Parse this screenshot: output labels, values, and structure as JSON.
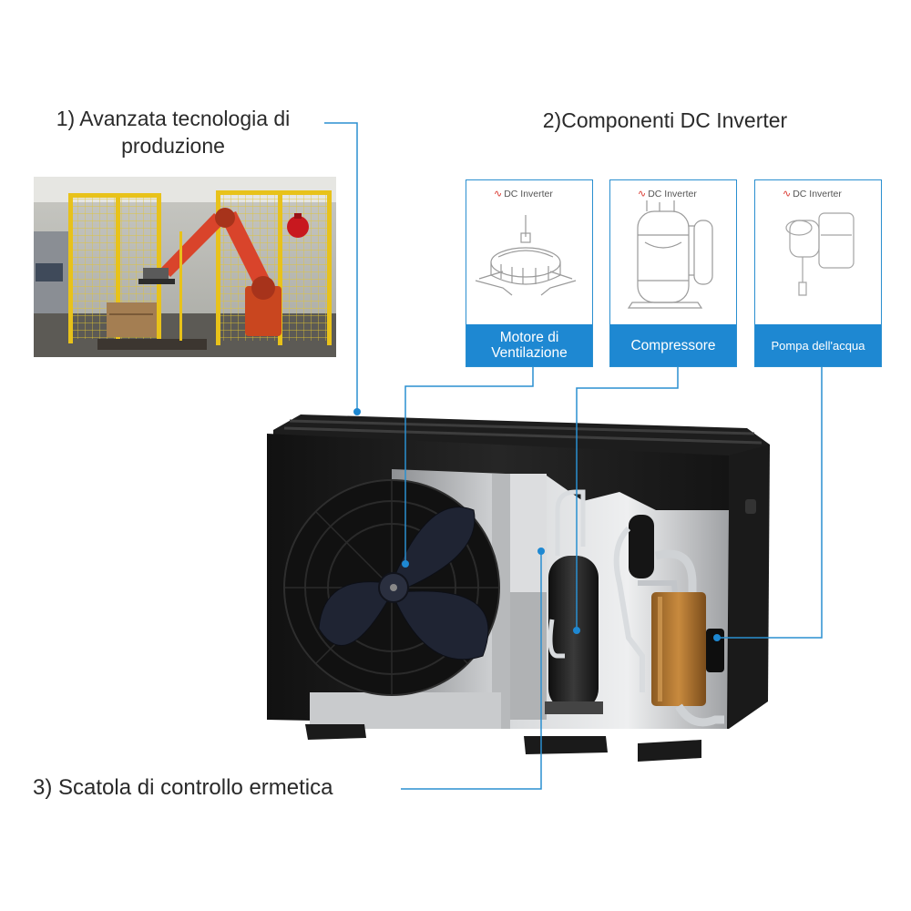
{
  "heading_production": "1) Avanzata tecnologia di produzione",
  "heading_components": "2)Componenti DC Inverter",
  "heading_control_box": "3) Scatola di controllo ermetica",
  "components": [
    {
      "brand": "DC Inverter",
      "label": "Motore di Ventilazione"
    },
    {
      "brand": "DC Inverter",
      "label": "Compressore"
    },
    {
      "brand": "DC Inverter",
      "label": "Pompa dell'acqua"
    }
  ],
  "colors": {
    "accent_blue": "#1e88d2",
    "callout_line": "#2a8fd0",
    "unit_body": "#1c1c1c",
    "robot_orange": "#d9442b",
    "safety_yellow": "#e8c21a"
  },
  "icons": [
    "dc-inverter-logo-icon",
    "fan-motor-icon",
    "compressor-icon",
    "water-pump-icon"
  ]
}
